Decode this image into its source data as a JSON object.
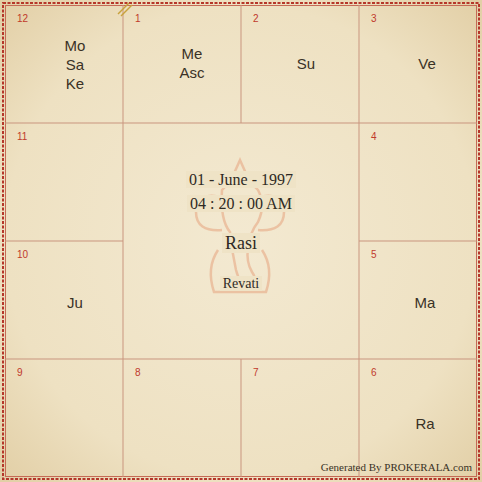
{
  "diagram": {
    "nodes": [
      {
        "text": [
          "12",
          "Mo",
          "Sa",
          "Ke"
        ]
      },
      {
        "text": [
          "1",
          "Me",
          "Asc"
        ]
      },
      {
        "text": [
          "2",
          "Su"
        ]
      },
      {
        "text": [
          "3",
          "Ve"
        ]
      },
      {
        "text": [
          "11"
        ]
      },
      {
        "text": [
          "01 - June - 1997",
          "04 : 20 : 00 AM",
          "Rasi",
          "Revati"
        ]
      },
      {
        "text": [
          "4"
        ]
      },
      {
        "text": [
          "10",
          "Ju"
        ]
      },
      {
        "text": [
          "5",
          "Ma"
        ]
      },
      {
        "text": [
          "9"
        ]
      },
      {
        "text": [
          "8"
        ]
      },
      {
        "text": [
          "7"
        ]
      },
      {
        "text": [
          "6",
          "Ra"
        ]
      }
    ],
    "labels": [
      "Generated By PROKERALA.com"
    ]
  }
}
